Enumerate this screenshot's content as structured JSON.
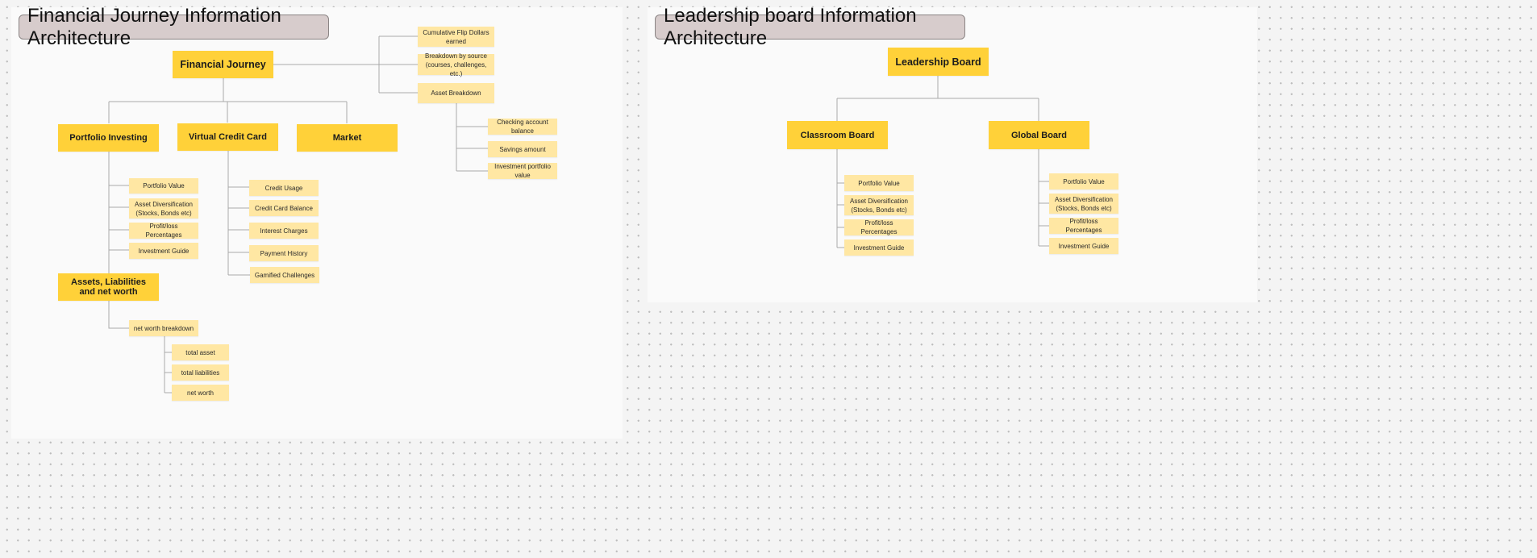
{
  "financial": {
    "title": "Financial Journey Information Architecture",
    "root": "Financial Journey",
    "top_items": [
      "Cumulative Flip Dollars earned",
      "Breakdown by source (courses, challenges, etc.)",
      "Asset Breakdown"
    ],
    "asset_items": [
      "Checking account balance",
      "Savings amount",
      "Investment portfolio value"
    ],
    "portfolio": {
      "label": "Portfolio Investing",
      "items": [
        "Portfolio Value",
        "Asset Diversification (Stocks, Bonds etc)",
        "Profit/loss Percentages",
        "Investment Guide"
      ]
    },
    "credit": {
      "label": "Virtual Credit Card",
      "items": [
        "Credit Usage",
        "Credit Card Balance",
        "Interest Charges",
        "Payment History",
        "Gamified Challenges"
      ]
    },
    "market": {
      "label": "Market"
    },
    "assets": {
      "label": "Assets, Liabilities and net worth",
      "item": "net worth breakdown",
      "sub_items": [
        "total asset",
        "total liabilities",
        "net worth"
      ]
    }
  },
  "leadership": {
    "title": "Leadership board Information Architecture",
    "root": "Leadership Board",
    "classroom": {
      "label": "Classroom Board",
      "items": [
        "Portfolio Value",
        "Asset Diversification (Stocks, Bonds etc)",
        "Profit/loss Percentages",
        "Investment Guide"
      ]
    },
    "global": {
      "label": "Global Board",
      "items": [
        "Portfolio Value",
        "Asset Diversification (Stocks, Bonds etc)",
        "Profit/loss Percentages",
        "Investment Guide"
      ]
    }
  },
  "colors": {
    "main_node": "#ffd139",
    "sub_node": "#ffe7a3",
    "title_bg": "#d7cccc",
    "connector": "#a9a9a9"
  }
}
